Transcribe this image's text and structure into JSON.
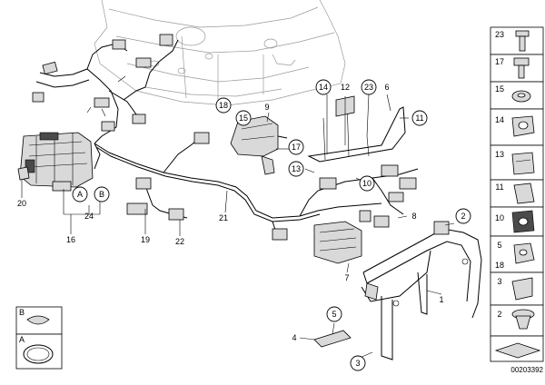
{
  "diagram": {
    "document_number": "00203392",
    "callouts_plain": [
      {
        "id": "1",
        "label": "1"
      },
      {
        "id": "4",
        "label": "4"
      },
      {
        "id": "7",
        "label": "7"
      },
      {
        "id": "9",
        "label": "9"
      },
      {
        "id": "12",
        "label": "12"
      },
      {
        "id": "16",
        "label": "16"
      },
      {
        "id": "19",
        "label": "19"
      },
      {
        "id": "20",
        "label": "20"
      },
      {
        "id": "21",
        "label": "21"
      },
      {
        "id": "22",
        "label": "22"
      },
      {
        "id": "24",
        "label": "24"
      },
      {
        "id": "6",
        "label": "6"
      },
      {
        "id": "8",
        "label": "8"
      }
    ],
    "callouts_circled": [
      {
        "id": "2",
        "label": "2"
      },
      {
        "id": "3",
        "label": "3"
      },
      {
        "id": "5",
        "label": "5"
      },
      {
        "id": "10",
        "label": "10"
      },
      {
        "id": "11",
        "label": "11"
      },
      {
        "id": "13",
        "label": "13"
      },
      {
        "id": "14",
        "label": "14"
      },
      {
        "id": "15",
        "label": "15"
      },
      {
        "id": "17",
        "label": "17"
      },
      {
        "id": "18",
        "label": "18"
      },
      {
        "id": "23",
        "label": "23"
      },
      {
        "id": "A",
        "label": "A"
      },
      {
        "id": "B",
        "label": "B"
      }
    ],
    "legend_right": [
      {
        "label": "23"
      },
      {
        "label": "17"
      },
      {
        "label": "15"
      },
      {
        "label": "14"
      },
      {
        "label": "13"
      },
      {
        "label": "11"
      },
      {
        "label": "10"
      },
      {
        "label": "5"
      },
      {
        "label": "18"
      },
      {
        "label": "3"
      },
      {
        "label": "2"
      },
      {
        "label": ""
      }
    ],
    "legend_left": [
      {
        "label": "B"
      },
      {
        "label": "A"
      }
    ]
  }
}
